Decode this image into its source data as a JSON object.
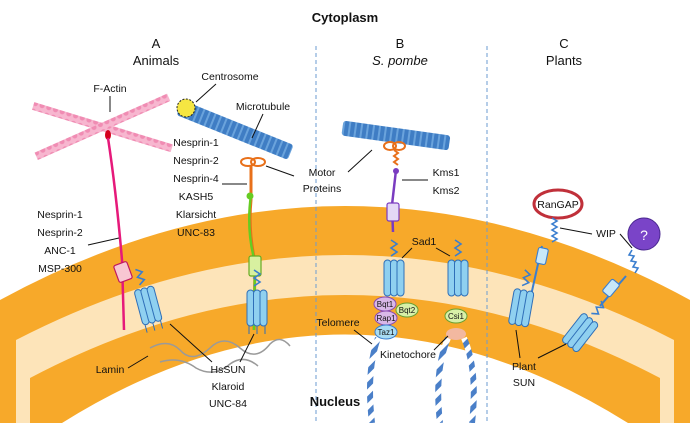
{
  "header": {
    "cytoplasm": "Cytoplasm",
    "nucleus": "Nucleus"
  },
  "panels": {
    "a": {
      "letter": "A",
      "title": "Animals"
    },
    "b": {
      "letter": "B",
      "title": "S. pombe"
    },
    "c": {
      "letter": "C",
      "title": "Plants"
    }
  },
  "animals": {
    "f_actin": "F-Actin",
    "centrosome": "Centrosome",
    "microtubule": "Microtubule",
    "nesprin_group_upper": [
      "Nesprin-1",
      "Nesprin-2",
      "Nesprin-4",
      "KASH5",
      "Klarsicht",
      "UNC-83"
    ],
    "nesprin_group_lower": [
      "Nesprin-1",
      "Nesprin-2",
      "ANC-1",
      "MSP-300"
    ],
    "sun_group": [
      "HsSUN",
      "Klaroid",
      "UNC-84"
    ],
    "lamin": "Lamin"
  },
  "shared": {
    "motor_proteins": [
      "Motor",
      "Proteins"
    ]
  },
  "pombe": {
    "kms": [
      "Kms1",
      "Kms2"
    ],
    "sad1": "Sad1",
    "bqt1": "Bqt1",
    "bqt2": "Bqt2",
    "rap1": "Rap1",
    "taz1": "Taz1",
    "csi1": "Csi1",
    "telomere": "Telomere",
    "kinetochore": "Kinetochore"
  },
  "plants": {
    "rangap": "RanGAP",
    "wip": "WIP",
    "unknown": "?",
    "plant_sun": [
      "Plant",
      "SUN"
    ]
  },
  "colors": {
    "membrane": "#f5a623",
    "membrane_inner": "#fde3b8",
    "sun": "#8fd0f0",
    "microtubule": "#4a86c8",
    "actin": "#f0a0c0",
    "kash_magenta": "#e6197a",
    "kash_green": "#66cc22",
    "kash_purple": "#7a3cc0",
    "motor": "#e8701a",
    "centrosome": "#f5e642",
    "rangap_ring": "#c0303a",
    "unknown_ball": "#7a44c8",
    "chromatin": "#5b8fd0",
    "lamin": "#9a9a9a"
  }
}
